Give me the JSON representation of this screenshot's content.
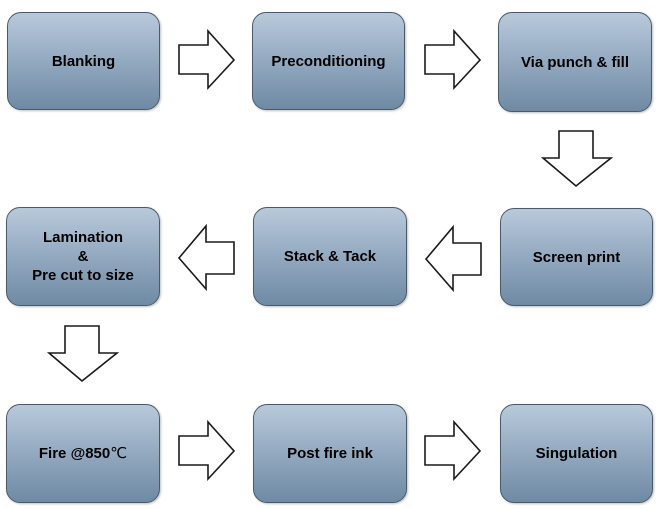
{
  "steps": [
    {
      "label": "Blanking"
    },
    {
      "label": "Preconditioning"
    },
    {
      "label": "Via punch & fill"
    },
    {
      "label": "Screen print"
    },
    {
      "label": "Stack & Tack"
    },
    {
      "label": "Lamination\n&\nPre cut to size"
    },
    {
      "label": "Fire @850",
      "unit": "℃"
    },
    {
      "label": "Post fire ink"
    },
    {
      "label": "Singulation"
    }
  ],
  "colors": {
    "box_top": "#b9c9db",
    "box_bottom": "#6f8aa4",
    "box_border": "#4a5a6a",
    "arrow_fill": "#ffffff",
    "arrow_stroke": "#1a1a1a"
  }
}
